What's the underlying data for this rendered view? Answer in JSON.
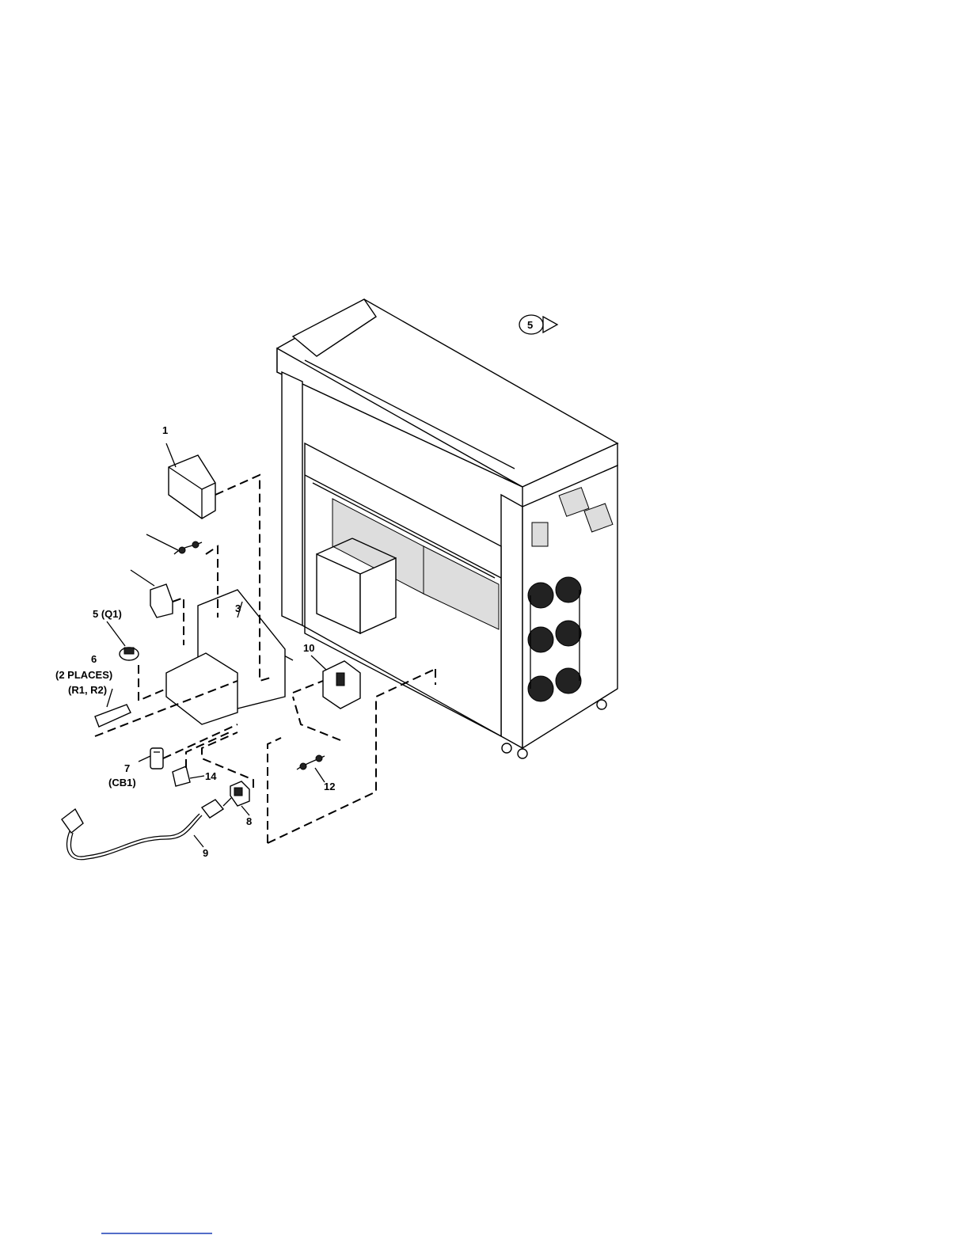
{
  "figure": {
    "callouts": {
      "item_1": "1",
      "item_3": "3",
      "item_5_q1": "5 (Q1)",
      "item_6": "6",
      "item_6_places": "(2 PLACES)",
      "item_6_refs": "(R1, R2)",
      "item_7": "7",
      "item_7_ref": "(CB1)",
      "item_8": "8",
      "item_9": "9",
      "item_10": "10",
      "item_12": "12",
      "item_14": "14",
      "view_flag": "5"
    }
  }
}
